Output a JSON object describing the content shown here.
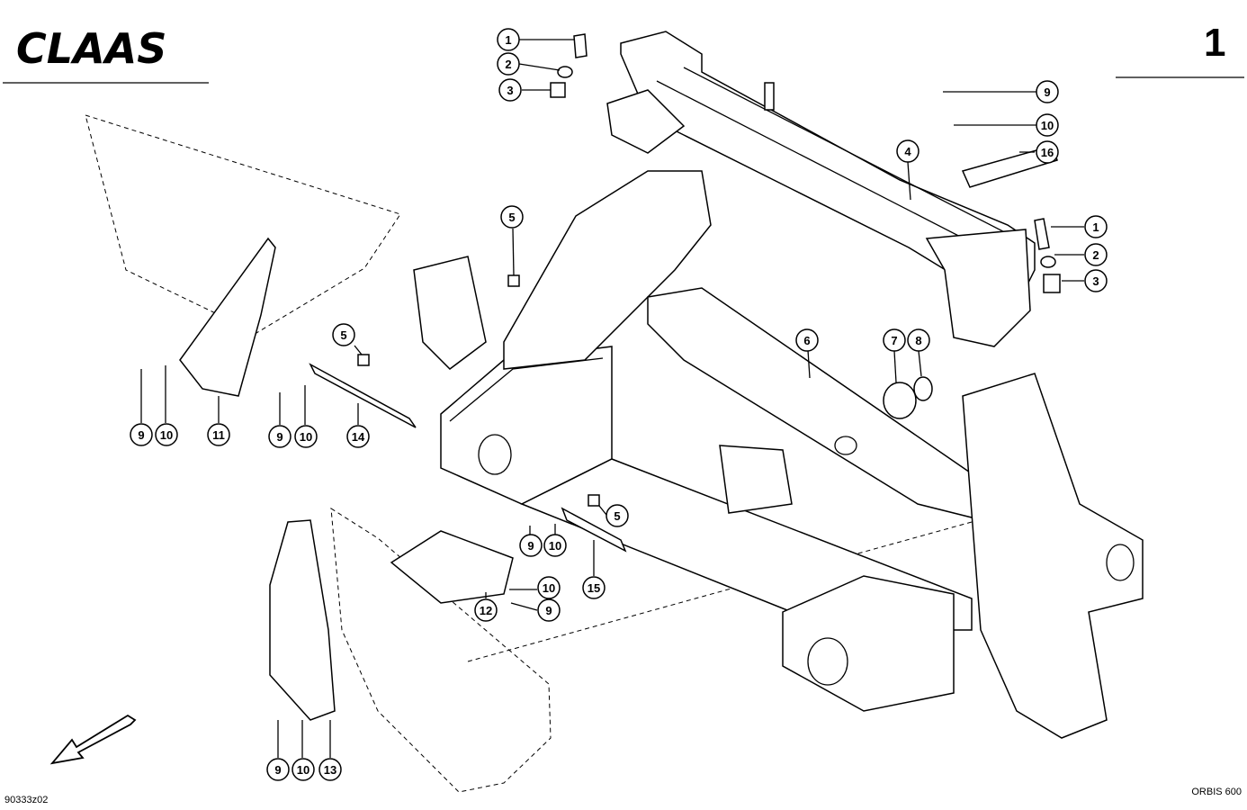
{
  "header": {
    "brand": "CLAAS",
    "page_number": "1"
  },
  "footer": {
    "drawing_code": "90333z02",
    "model": "ORBIS 600"
  },
  "callouts": {
    "c1a": "1",
    "c2a": "2",
    "c3a": "3",
    "c9a": "9",
    "c10a": "10",
    "c16": "16",
    "c4": "4",
    "c1b": "1",
    "c2b": "2",
    "c3b": "3",
    "c5a": "5",
    "c5b": "5",
    "c6": "6",
    "c7": "7",
    "c8": "8",
    "c9b": "9",
    "c10b": "10",
    "c11": "11",
    "c9c": "9",
    "c10c": "10",
    "c14": "14",
    "c5c": "5",
    "c9d": "9",
    "c10d": "10",
    "c15": "15",
    "c10e": "10",
    "c9e": "9",
    "c12": "12",
    "c9f": "9",
    "c10f": "10",
    "c13": "13"
  }
}
